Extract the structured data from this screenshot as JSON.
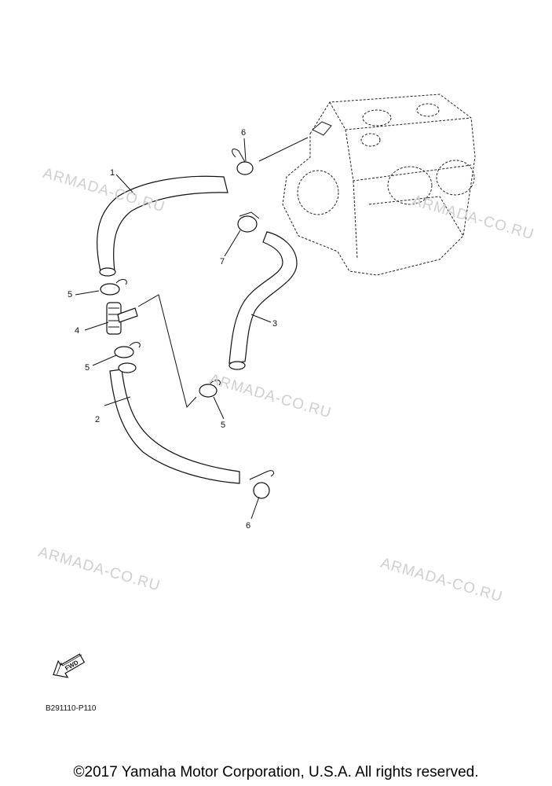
{
  "watermark_text": "ARMADA-CO.RU",
  "callouts": {
    "c1": "1",
    "c2": "2",
    "c3": "3",
    "c4": "4",
    "c5a": "5",
    "c5b": "5",
    "c5c": "5",
    "c6a": "6",
    "c6b": "6",
    "c7": "7"
  },
  "fwd_label": "FWD",
  "part_code": "B291110-P110",
  "copyright": "©2017 Yamaha Motor Corporation, U.S.A. All rights reserved."
}
